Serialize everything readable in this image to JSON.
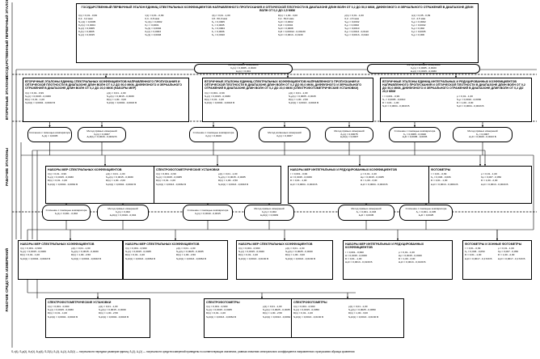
{
  "zones": [
    {
      "id": "primary",
      "label": "ГОСУДАРСТВЕННЫЙ ПЕРВИЧНЫЙ ЭТАЛОН"
    },
    {
      "id": "secondary",
      "label": "ВТОРИЧНЫЕ ЭТАЛОНЫ"
    },
    {
      "id": "working",
      "label": "РАБОЧИЕ ЭТАЛОНЫ"
    },
    {
      "id": "instruments",
      "label": "РАБОЧИЕ СРЕДСТВА ИЗМЕРЕНИЙ"
    }
  ],
  "primary_standard": {
    "title": "ГОСУДАРСТВЕННЫЙ ПЕРВИЧНЫЙ ЭТАЛОН ЕДИНИЦ СПЕКТРАЛЬНЫХ КОЭФФИЦИЕНТОВ НАПРАВЛЕННОГО ПРОПУСКАНИЯ И ОПТИЧЕСКОЙ ПЛОТНОСТИ В ДИАПАЗОНЕ ДЛИН ВОЛН от 0,2 до 50,0 мкм, ДИФФУЗНОГО И ЗЕРКАЛЬНОГО ОТРАЖЕНИЙ В ДИАПАЗОНЕ ДЛИН ВОЛН от 0,2 до 2,5 мкм",
    "params": [
      "τ(λ) = 0,01...0,99",
      "τ(λ) = 0,01...0,99",
      "τ(λ) = 0,01...1,00",
      "D(λ) = 1,00...3,00",
      "ρ(λ) = 0,01...1,00",
      "ρ(λ) = 0,05...0,99",
      "0,2...3,4 мкм",
      "0,4...0,8 мкм",
      "0,8...50,0 мкм",
      "0,2...50,0 мкм",
      "0,2...2,5 мкм",
      "0,2...2,5 мкм",
      "S₀τ(λ) = 0,0005",
      "S₀τ(λ) = 0,0002",
      "S₀ = 0,0005",
      "S₀D = 0,0002",
      "S₀ρ = 0,0002",
      "S₀ρ = 0,0002",
      "θ₀τ(λ) = 0,0004",
      "θ₀τ = 0,0001",
      "θ₀ = 0,0005",
      "θ₀D = 0,0004",
      "θ₀ρ = 0,0002",
      "θ₀ρ = 0,0002",
      "S₀(λ) = 0,0005",
      "S₀(λ) = 0,0004",
      "S₀ = 0,0004",
      "S₀D = 0,0008",
      "S₀ρ = 0,0010",
      "S₀ρ = 0,002",
      "θ₀(λ) = 0,0005",
      "θ₀(λ) = 0,0003",
      "θ₀ = 0,0006",
      "θ₀D = 0,00012...0,00130",
      "θ₀ρ = 0,0013...0,0110",
      "θ₀ρ = 0,0005",
      "S₀(λ) = 0,0015",
      "S₀(λ) = 0,0003",
      "S₀ = 0,0010",
      "S₀D = 0,0013...0,0130",
      "S₀ρ = 0,0013...0,0110",
      "S₀ρ = 0,006"
    ]
  },
  "primary_methods": [
    {
      "title": "Метод прямых измерений",
      "values": [
        "δ₀(λ) = 0,0005...0,0020",
        "Δ₀(λ) = 0,001"
      ]
    },
    {
      "title": "Метод косвенных измерений",
      "values": [
        "δ₀(λ) = 0,0005...0,0020",
        "Δ₀(λ) = 0,0015...0,0030"
      ]
    }
  ],
  "secondary_standards": [
    {
      "title": "ВТОРИЧНЫЕ ЭТАЛОНЫ ЕДИНИЦ СПЕКТРАЛЬНЫХ КОЭФФИЦИЕНТОВ НАПРАВЛЕННОГО ПРОПУСКАНИЯ И ОПТИЧЕСКОЙ ПЛОТНОСТИ В ДИАПАЗОНЕ ДЛИН ВОЛН от 0,2 до 50,0 мкм, ДИФФУЗНОГО И ЗЕРКАЛЬНОГО ОТРАЖЕНИЙ В ДИАПАЗОНЕ ДЛИН ВОЛН от 0,2 до 20,0 мкм (НАБОРЫ МЕР)",
      "params": [
        "τ(λ) = 0,01...0,99",
        "ρ(λ) = 0,01...1,00",
        "S₀(λ) = 0,0015...0,0030",
        "S₀ρ(λ) = 0,0015...0,0030",
        "D(λ) = 0,01...1,00",
        "D(λ) = 1,00...3,00",
        "S₀D(λ) = 0,0004...0,0043 Б",
        "S₀D(λ) = 0,0004...0,0043 Б"
      ]
    },
    {
      "title": "ВТОРИЧНЫЕ ЭТАЛОНЫ ЕДИНИЦ СПЕКТРАЛЬНЫХ КОЭФФИЦИЕНТОВ НАПРАВЛЕННОГО ПРОПУСКАНИЯ И ОПТИЧЕСКОЙ ПЛОТНОСТИ В ДИАПАЗОНЕ ДЛИН ВОЛН от 0,2 до 50,0 мкм, ДИФФУЗНОГО И ЗЕРКАЛЬНОГО ОТРАЖЕНИЙ В ДИАПАЗОНЕ ДЛИН ВОЛН от 0,2 до 20,0 мкм (СПЕКТРОФОТОМЕТРИЧЕСКИЕ УСТАНОВКИ)",
      "params": [
        "τ(λ) = 0,001...0,99",
        "ρ(λ) = 0,01...1,00",
        "S₀(λ) = 0,0015...0,0030",
        "S₀ρ(λ) = 0,0005...0,0015",
        "D(λ) = 0,01...1,00",
        "D(λ) = 1,00...2,50",
        "S₀D(λ) = 0,0004...0,0043 Б",
        "S₀D(λ) = 0,0013...0,0043 Б"
      ]
    },
    {
      "title": "ВТОРИЧНЫЕ ЭТАЛОНЫ ЕДИНИЦ ИНТЕГРАЛЬНЫХ И РЕДУЦИРОВАННЫХ КОЭФФИЦИЕНТОВ НАПРАВЛЕННОГО ПРОПУСКАНИЯ И ОПТИЧЕСКОЙ ПЛОТНОСТИ В ДИАПАЗОНЕ ДЛИН ВОЛН от 0,2 до 50,0 мкм, ДИФФУЗНОГО И ЗЕРКАЛЬНОГО ОТРАЖЕНИЙ В ДИАПАЗОНЕ ДЛИН ВОЛН от 0,2 до 20,0 мкм",
      "params": [
        "τ = 0,001...0,99",
        "ρ = 0,01...1,00",
        "S₀ = 0,0005...0,0010",
        "S₀ρ = 0,0010...0,0030",
        "D = 0,01...1,00",
        "D = 1,00...3,00",
        "S₀D = 0,0004...0,0043 Б",
        "S₀D = 0,0004...0,0043 Б"
      ]
    }
  ],
  "secondary_methods": [
    {
      "title": "Сличение с помощью компаратора",
      "values": [
        "δ₀(λ) = 0,0005"
      ]
    },
    {
      "title": "Метод прямых измерений",
      "values": [
        "δ₀(λ) = 0,0007",
        "Δ₀D(λ) = 0,0016...0,0032 Б"
      ]
    },
    {
      "title": "Сличение с помощью компаратора",
      "values": [
        "δ₀(λ) = 0,0020"
      ]
    },
    {
      "title": "Метод косвенных измерений",
      "values": [
        "δ₀(λ) = 0,0007"
      ]
    },
    {
      "title": "Метод прямых измерений",
      "values": [
        "δ₀(λ) = 0,00075",
        "Δ₀D(λ) = 0,0007"
      ]
    },
    {
      "title": "Сличение с помощью компаратора",
      "values": [
        "δ₀ = 0,0005...0,0020",
        "Δ₀D = 0,0005...0,0035"
      ]
    },
    {
      "title": "Метод прямых измерений",
      "values": [
        "δ₀ = 0,0007",
        "Δ₀D = 0,0020...0,0043 Б"
      ]
    }
  ],
  "working_standards": [
    {
      "title": "НАБОРЫ МЕР СПЕКТРАЛЬНЫХ КОЭФФИЦИЕНТОВ",
      "params": [
        "τ(λ) = 0,01...0,99",
        "ρ(λ) = 0,01...1,00",
        "S₀(λ) = 0,0015...0,0030",
        "S₀ρ(λ) = 0,0015...0,0030",
        "D(λ) = 0,01...1,00",
        "D(λ) = 1,00...2,00",
        "S₀D(λ) = 0,0004...0,0064 Б",
        "S₀D(λ) = 0,0004...0,0043 Б"
      ]
    },
    {
      "title": "СПЕКТРОФОТОМЕТРИЧЕСКИЕ УСТАНОВКИ",
      "params": [
        "τ(λ) = 0,001...0,99",
        "ρ(λ) = 0,01...1,00",
        "S₀(λ) = 0,0015...0,0035",
        "S₀ρ(λ) = 0,0015...0,0035",
        "D(λ) = 0,01...1,00",
        "D(λ) = 1,00...2,50",
        "S₀D(λ) = 0,0013...0,0064 Б",
        "S₀D(λ) = 0,0013...0,0043 Б"
      ]
    },
    {
      "title": "НАБОРЫ МЕР ИНТЕГРАЛЬНЫХ И РЕДУЦИРОВАННЫХ КОЭФФИЦИЕНТОВ",
      "params": [
        "τ = 0,001...0,99",
        "ρ = 0,01...1,00",
        "Δ = 0,0015...0,0030",
        "Δρ = 0,0015...0,0035",
        "D = 0,01...1,00",
        "D = 1,00...3,00",
        "Δ₀D = 0,0004...0,0043 Б",
        "Δ₀D = 0,0004...0,0043 Б"
      ]
    },
    {
      "title": "ФОТОМЕТРЫ",
      "params": [
        "τ = 0,01...0,99",
        "ρ = 0,01...1,00",
        "δ₀ = 0,003...0,006",
        "δρ = 0,007...0,050",
        "D = 0,01...1,00",
        "D = 1,00...2,00",
        "Δ₀D = 0,0013...0,0064 Б",
        "Δ₀D = 0,0013...0,0043 Б"
      ]
    }
  ],
  "working_methods": [
    {
      "title": "Сличение с помощью компаратора",
      "values": [
        "δ₀(λ) = 0,001...0,002"
      ]
    },
    {
      "title": "Метод прямых измерений",
      "values": [
        "δ₀(λ) = 0,002",
        "Δ₀D(λ) = 0,0016...0,004"
      ]
    },
    {
      "title": "Сличение с помощью компаратора",
      "values": [
        "δ₀(λ) = 0,0010...0,0015"
      ]
    },
    {
      "title": "Метод прямых измерений",
      "values": [
        "δ₀(λ) = 0,002",
        "Δ₀D(λ) = 0,0009"
      ]
    },
    {
      "title": "Метод прямых измерений",
      "values": [
        "δ₀ = 0,001...0,003",
        "Δ₀D = 0,0045"
      ]
    },
    {
      "title": "Сличение с помощью компаратора",
      "values": [
        "δ₀ = 0,001...0,005",
        "Δ₀D = 0,0025"
      ]
    }
  ],
  "instruments": [
    {
      "title": "НАБОРЫ МЕР СПЕКТРАЛЬНЫХ КОЭФФИЦИЕНТОВ",
      "params": [
        "τ(λ) = 0,001...0,990",
        "ρ(λ) = 0,01...1,00",
        "S₀(λ) = 0,0015...0,0030",
        "S₀ρ(λ) = 0,0015...0,0030",
        "D(λ) = 0,01...1,00",
        "D(λ) = 1,00...2,50",
        "S₀D(λ) = 0,0004...0,0043 Б",
        "S₀D(λ) = 0,0004...0,0043 Б"
      ]
    },
    {
      "title": "НАБОРЫ МЕР СПЕКТРАЛЬНЫХ КОЭФФИЦИЕНТОВ",
      "params": [
        "τ(λ) = 0,001...0,990",
        "ρ(λ) = 0,01...1,00",
        "S₀(λ) = 0,0015...0,0035",
        "S₀ρ(λ) = 0,0025...0,0035",
        "D(λ) = 0,01...1,00",
        "D(λ) = 1,00...2,50",
        "S₀D(λ) = 0,0013...0,0064 Б",
        "S₀D(λ) = 0,0013...0,0064 Б"
      ]
    },
    {
      "title": "НАБОРЫ МЕР СПЕКТРАЛЬНЫХ КОЭФФИЦИЕНТОВ",
      "params": [
        "τ(λ) = 0,001...0,990",
        "ρ(λ) = 0,01...1,00",
        "S₀(λ) = 0,0015...0,0040",
        "S₀ρ(λ) = 0,0025...0,0040",
        "D(λ) = 0,01...1,00",
        "D(λ) = 1,00...3,00",
        "S₀D(λ) = 0,0013...0,0130 Б",
        "S₀D(λ) = 0,0013...0,0130 Б"
      ]
    },
    {
      "title": "НАБОРЫ МЕР ИНТЕГРАЛЬНЫХ И РЕДУЦИРОВАННЫХ КОЭФФИЦИЕНТОВ",
      "params": [
        "τ = 0,001...0,990",
        "ρ = 0,01...1,00",
        "Δ = 0,0015...0,0030",
        "Δρ = 0,0015...0,0040",
        "D = 0,01...1,00",
        "D = 1,00...3,00",
        "Δ₀D = 0,0013...0,0130 Б",
        "Δ₀D = 0,0013...0,0130 Б"
      ]
    },
    {
      "title": "ФОТОМЕТРЫ И ЗОННЫЕ ФОТОМЕТРЫ",
      "params": [
        "τ = 0,01...0,99",
        "ρ = 0,01...1,00",
        "δ₀ = 0,003...0,050",
        "δρ = 0,007...0,050",
        "D = 0,01...1,00",
        "D = 1,00...2,00",
        "Δ₀D = 0,0017...0,1720 Б",
        "Δ₀D = 0,0017...0,1720 Б"
      ]
    },
    {
      "title": "СПЕКТРОФОТОМЕТРИЧЕСКИЕ УСТАНОВКИ",
      "params": [
        "τ(λ) = 0,001...0,990",
        "ρ(λ) = 0,01...1,00",
        "S₀(λ) = 0,0015...0,0030",
        "S₀ρ(λ) = 0,0015...0,0030",
        "D(λ) = 0,01...1,00",
        "D(λ) = 1,00...2,50",
        "S₀D(λ) = 0,0004...0,0043 Б",
        "S₀D(λ) = 0,0004...0,0043 Б"
      ]
    },
    {
      "title": "СПЕКТРОФОТОМЕТРЫ",
      "params": [
        "τ(λ) = 0,001...0,990",
        "ρ(λ) = 0,01...1,00",
        "S₀(λ) = 0,0015...0,0035",
        "S₀ρ(λ) = 0,0025...0,0035",
        "D(λ) = 0,01...1,00",
        "D(λ) = 1,00...2,50",
        "S₀D(λ) = 0,0013...0,0064 Б",
        "S₀D(λ) = 0,0013...0,0064 Б"
      ]
    },
    {
      "title": "СПЕКТРОФОТОМЕТРЫ",
      "params": [
        "τ(λ) = 0,001...0,990",
        "ρ(λ) = 0,01...1,00",
        "S₀(λ) = 0,0015...0,0050",
        "S₀ρ(λ) = 0,0025...0,0050",
        "D(λ) = 0,01...1,00",
        "D(λ) = 1,00...3,00",
        "S₀D(λ) = 0,0013...0,0130 Б",
        "S₀D(λ) = 0,0013...0,0130 Б"
      ]
    }
  ],
  "footnote": "S₀τ(λ), S₀ρ(λ), θ₀τ(λ), θ₀ρ(λ), S₀D(λ), δ₀(λ), Δ₀(λ), Δ₀D(λ) — погрешности передачи размеров единиц;   δ₀(λ), Δ₀(λ) — погрешности средств измерений приведены в соответствующих значениях, равным значению спектрального коэффициента направленного пропускания образца сравнения"
}
